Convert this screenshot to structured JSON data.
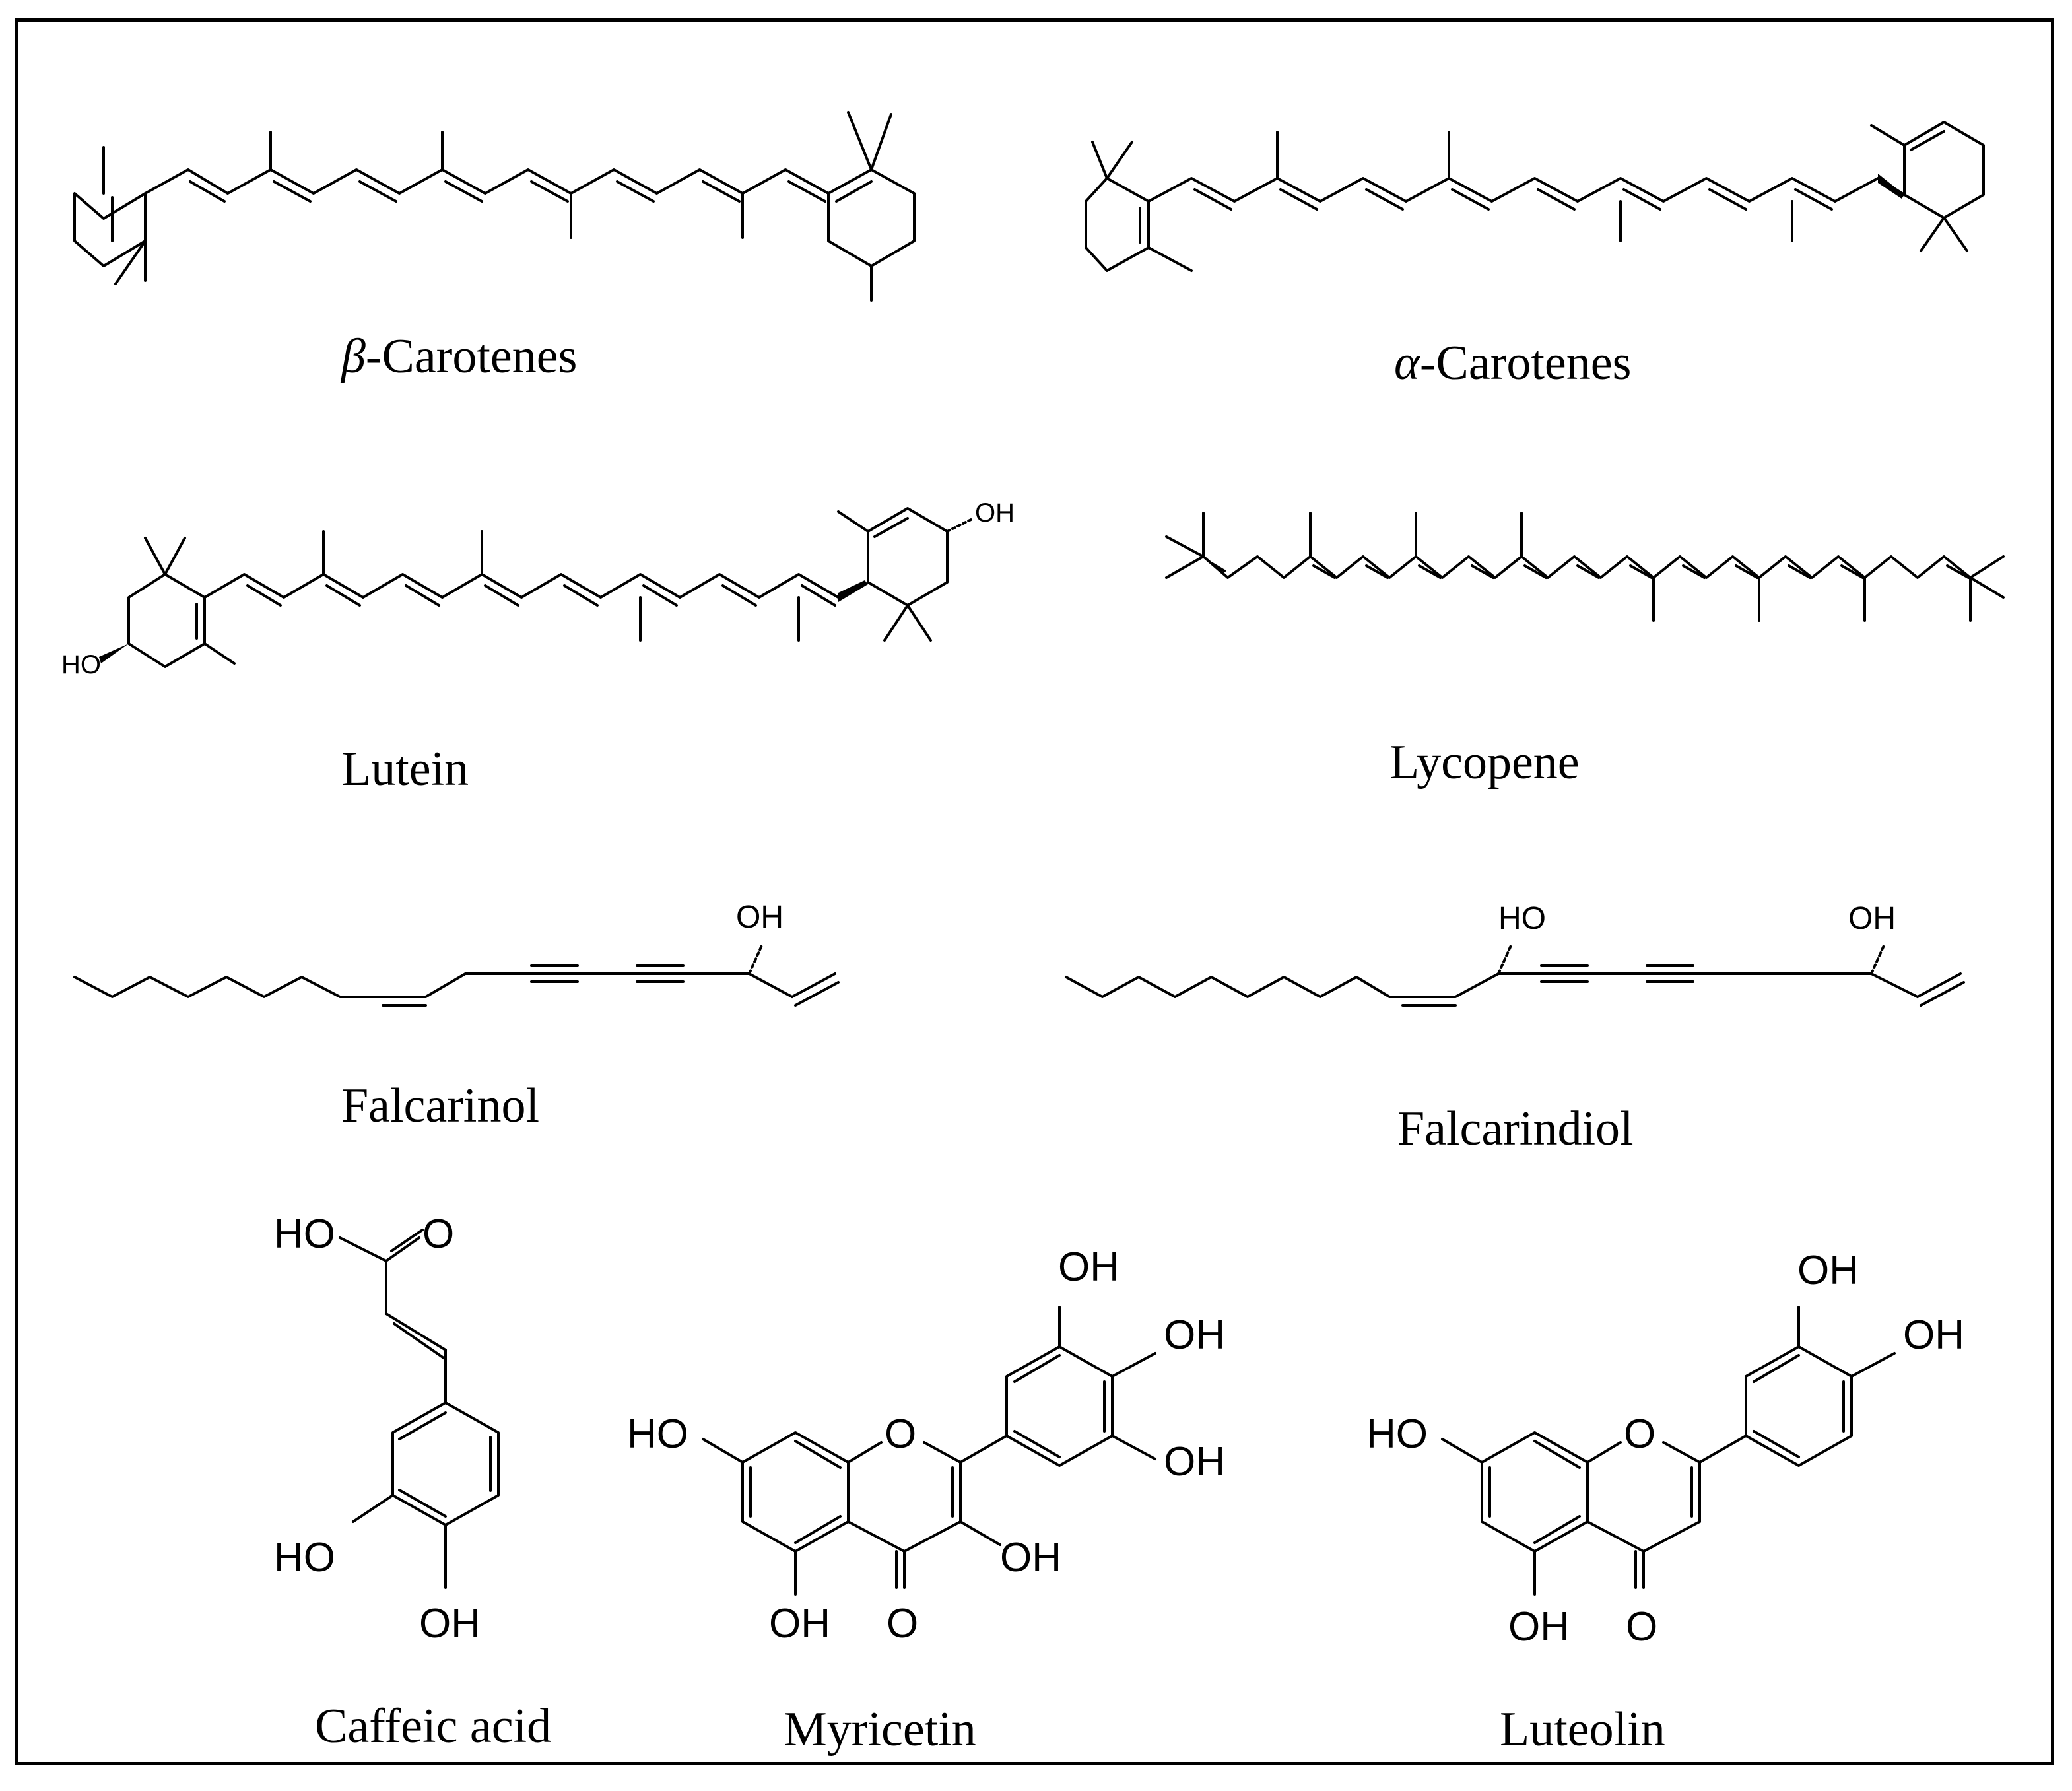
{
  "figure": {
    "compounds": [
      {
        "id": "beta-carotene",
        "greek": "β",
        "name": "-Carotenes"
      },
      {
        "id": "alpha-carotene",
        "greek": "α",
        "name": "-Carotenes"
      },
      {
        "id": "lutein",
        "name": "Lutein"
      },
      {
        "id": "lycopene",
        "name": "Lycopene"
      },
      {
        "id": "falcarinol",
        "name": "Falcarinol"
      },
      {
        "id": "falcarindiol",
        "name": "Falcarindiol"
      },
      {
        "id": "caffeic-acid",
        "name": "Caffeic acid"
      },
      {
        "id": "myricetin",
        "name": "Myricetin"
      },
      {
        "id": "luteolin",
        "name": "Luteolin"
      }
    ],
    "atom_labels": {
      "lutein_oh_right": "OH",
      "lutein_ho_left": "HO",
      "falcarinol_oh": "OH",
      "falcarindiol_ho": "HO",
      "falcarindiol_oh": "OH",
      "caffeic_ho_acid": "HO",
      "caffeic_o": "O",
      "caffeic_ho_ring": "HO",
      "caffeic_oh_ring": "OH",
      "myricetin_ho7": "HO",
      "myricetin_o1": "O",
      "myricetin_oh5": "OH",
      "myricetin_o4": "O",
      "myricetin_oh3": "OH",
      "myricetin_oh3p": "OH",
      "myricetin_oh4p": "OH",
      "myricetin_oh5p": "OH",
      "luteolin_ho7": "HO",
      "luteolin_o1": "O",
      "luteolin_oh5": "OH",
      "luteolin_o4": "O",
      "luteolin_oh3p": "OH",
      "luteolin_oh4p": "OH"
    }
  }
}
